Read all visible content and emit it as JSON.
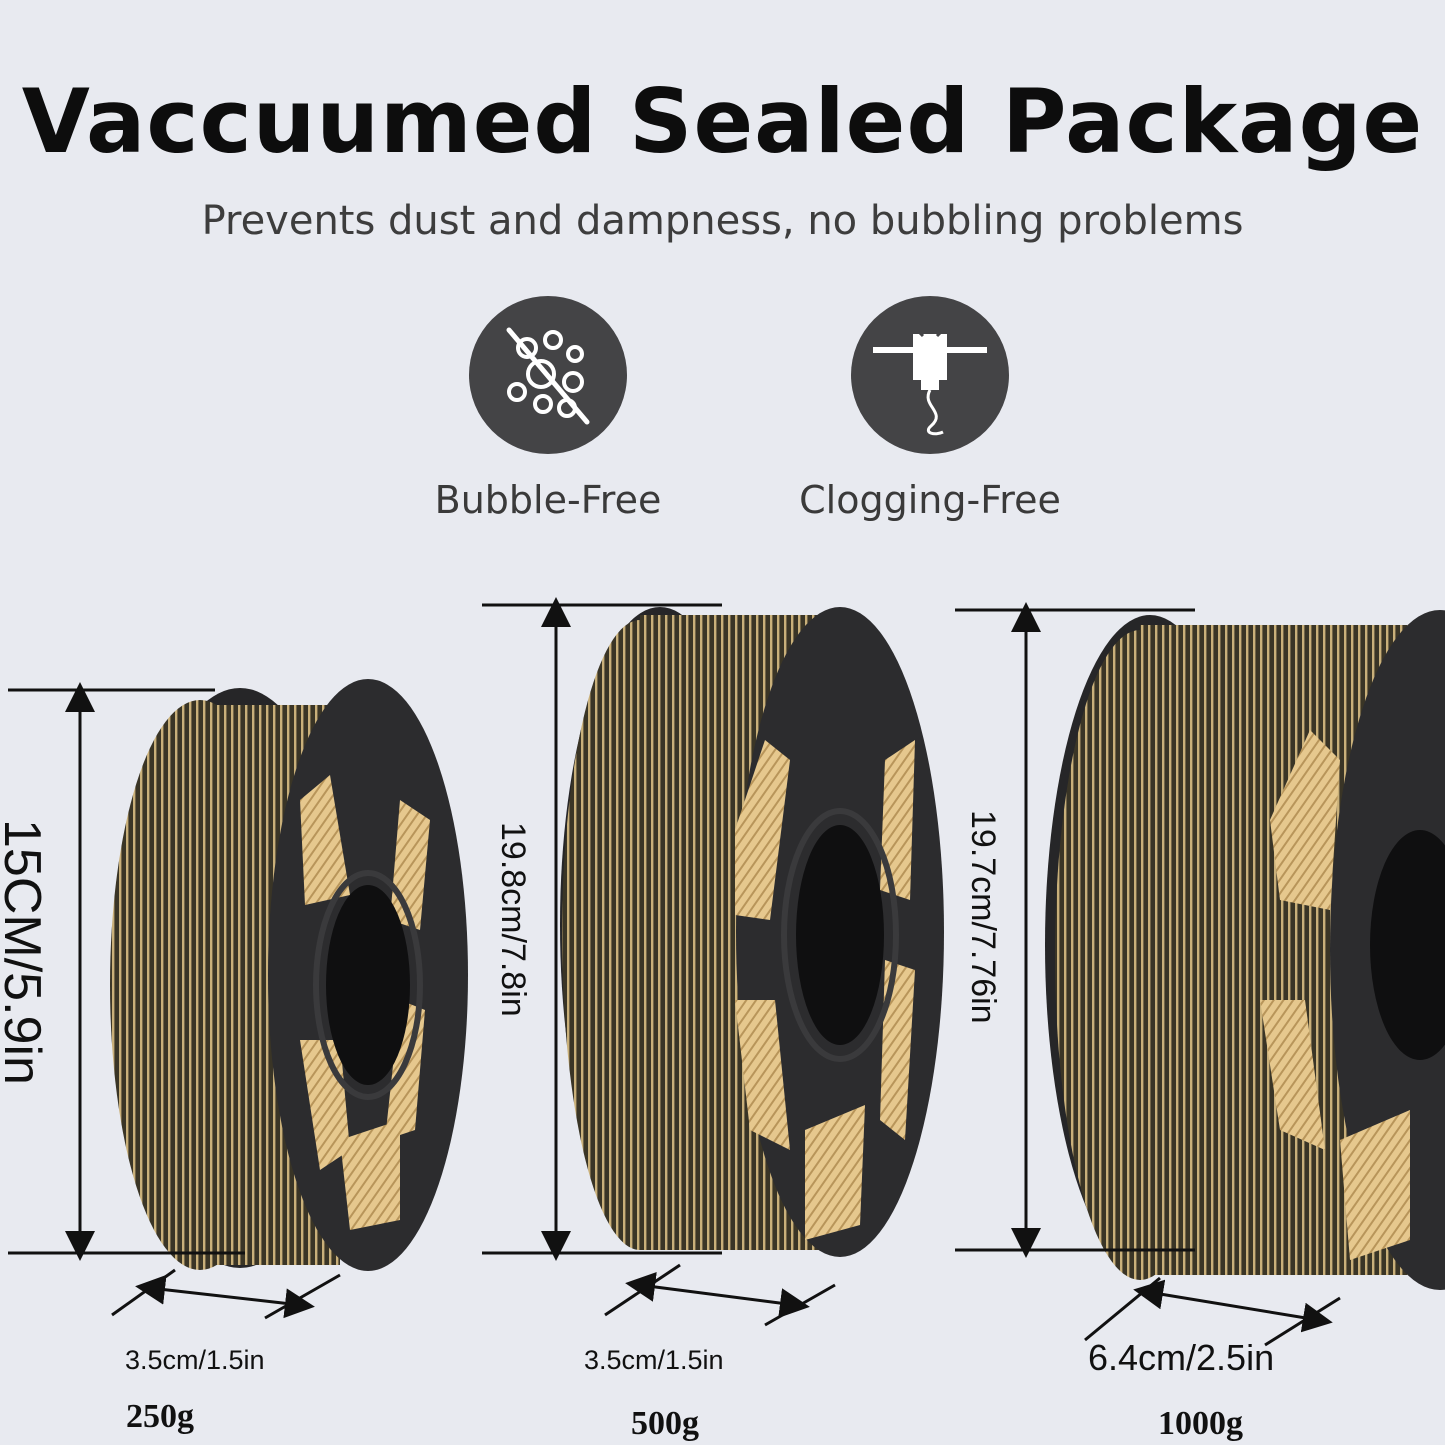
{
  "header": {
    "title": "Vaccuumed Sealed Package",
    "subtitle": "Prevents dust and dampness, no bubbling problems"
  },
  "features": [
    {
      "label": "Bubble-Free",
      "icon": "bubble-free-icon"
    },
    {
      "label": "Clogging-Free",
      "icon": "clogging-free-icon"
    }
  ],
  "spools": [
    {
      "height_label": "15CM/5.9in",
      "width_label": "3.5cm/1.5in",
      "weight": "250g"
    },
    {
      "height_label": "19.8cm/7.8in",
      "width_label": "3.5cm/1.5in",
      "weight": "500g"
    },
    {
      "height_label": "19.7cm/7.76in",
      "width_label": "6.4cm/2.5in",
      "weight": "1000g"
    }
  ],
  "colors": {
    "background": "#e8eaf0",
    "filament_dark": "#3a3526",
    "filament_gold": "#c9b07a",
    "spool_black": "#2a2a2c",
    "badge": "#444446"
  }
}
